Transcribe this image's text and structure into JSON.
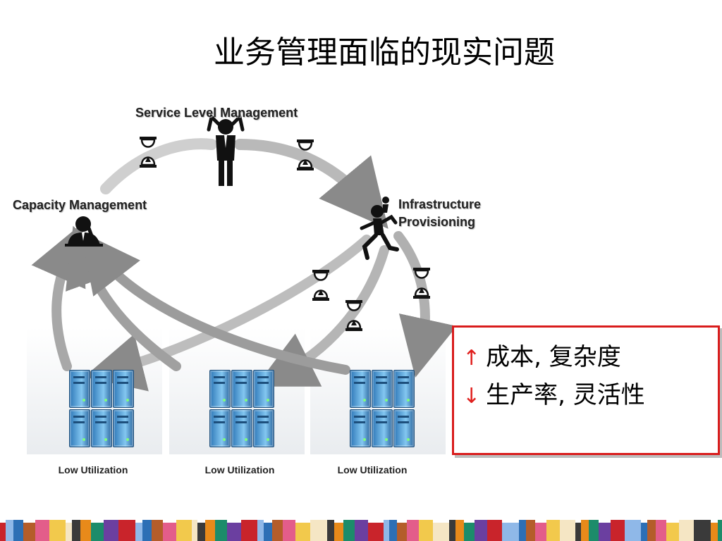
{
  "slide": {
    "title": "业务管理面临的现实问题"
  },
  "diagram": {
    "service_level_label": "Service Level Management",
    "capacity_label": "Capacity Management",
    "infra_label_line1": "Infrastructure",
    "infra_label_line2": "Provisioning",
    "server_group_labels": [
      "Low Utilization",
      "Low Utilization",
      "Low Utilization"
    ]
  },
  "callout": {
    "line1_arrow": "↑",
    "line1_text": "成本, 复杂度",
    "line2_arrow": "↓",
    "line2_text": "生产率, 灵活性",
    "border_color": "#d91c1c",
    "arrow_color": "#e0201e"
  },
  "icons": [
    "hourglass-icon",
    "person-stressed-icon",
    "person-thinking-icon",
    "person-running-icon",
    "server-rack-icon"
  ]
}
